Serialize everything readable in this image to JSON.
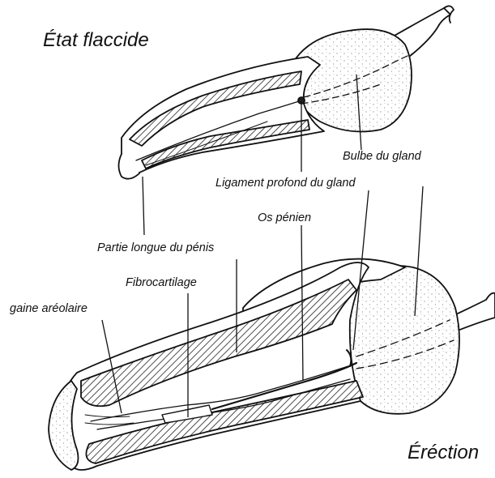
{
  "states": {
    "flaccid": "État flaccide",
    "erect": "Éréction"
  },
  "labels": {
    "bulb": "Bulbe du gland",
    "deep_ligament": "Ligament profond du gland",
    "baculum": "Os pénien",
    "long_part": "Partie longue du pénis",
    "fibrocartilage": "Fibrocartilage",
    "areolar_sheath": "gaine aréolaire"
  }
}
